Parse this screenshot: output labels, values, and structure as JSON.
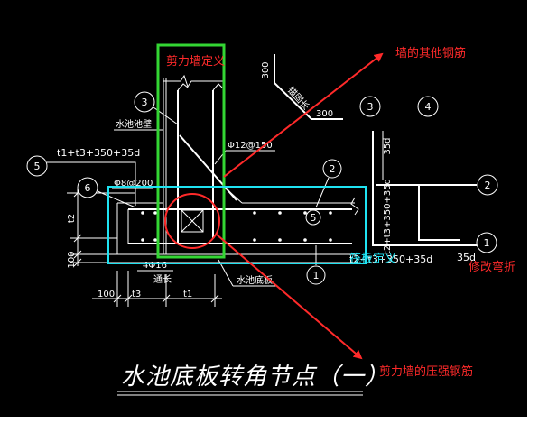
{
  "drawing_title": "水池底板转角节点（一）",
  "annotations": {
    "shear_wall_def": "剪力墙定义",
    "wall_other_rebar": "墙的其他钢筋",
    "modify_bend": "修改弯折",
    "shear_wall_pressure_rebar": "剪力墙的压强钢筋",
    "raft_def": "筏板定义"
  },
  "labels": {
    "pool_wall": "水池池壁",
    "pool_slab": "水池底板",
    "through": "通长",
    "rebar_4d16": "4Φ16",
    "rebar_d8": "Φ8@200",
    "rebar_d12": "Φ12@150",
    "len_left": "t1+t3+350+35d",
    "anchor_len": "锚固长",
    "dim_300_v": "300",
    "dim_300_h": "300",
    "t2": "t2",
    "dim_100_v": "100",
    "dim_100_h": "100",
    "t3": "t3",
    "t1": "t1",
    "right_35d_v": "35d",
    "right_len_v": "t2+t3+350+35d",
    "right_len_h": "t2+t3+350+35d",
    "right_35d_h": "35d"
  },
  "markers": {
    "wall_3": "3",
    "left_5": "5",
    "left_6": "6",
    "slab_2": "2",
    "slab_5": "5",
    "slab_1": "1",
    "right_3": "3",
    "right_4": "4",
    "right_2": "2",
    "right_1": "1"
  },
  "colors": {
    "background": "#000000",
    "lines": "#ffffff",
    "annotation": "#ff2a2a",
    "shear_wall_box": "#33d633",
    "raft_box": "#1fe3f2"
  }
}
